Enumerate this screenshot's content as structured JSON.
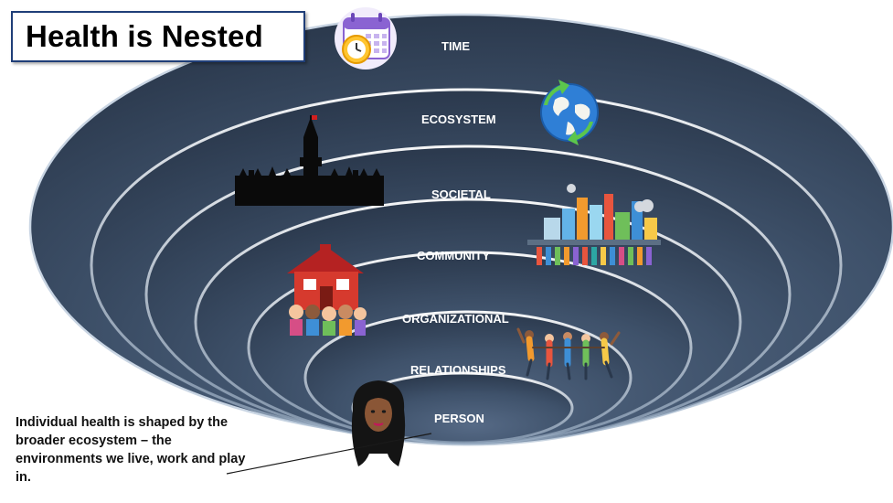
{
  "title": "Health is Nested",
  "layers": [
    {
      "label": "TIME",
      "icon": "calendar-clock-icon"
    },
    {
      "label": "ECOSYSTEM",
      "icon": "globe-recycle-icon"
    },
    {
      "label": "SOCIETAL",
      "icon": "parliament-building-icon"
    },
    {
      "label": "COMMUNITY",
      "icon": "city-skyline-icon"
    },
    {
      "label": "ORGANIZATIONAL",
      "icon": "school-children-icon"
    },
    {
      "label": "RELATIONSHIPS",
      "icon": "people-group-icon"
    },
    {
      "label": "PERSON",
      "icon": "woman-portrait-icon"
    }
  ],
  "caption": "Individual  health is shaped by the broader ecosystem – the environments we live, work and play in.",
  "colors": {
    "ellipse_fill": "#3c4e66",
    "ellipse_dark": "#2a384c",
    "rim_highlight": "#d8e2ee",
    "title_border": "#1f3e78",
    "label_text": "#ffffff"
  }
}
